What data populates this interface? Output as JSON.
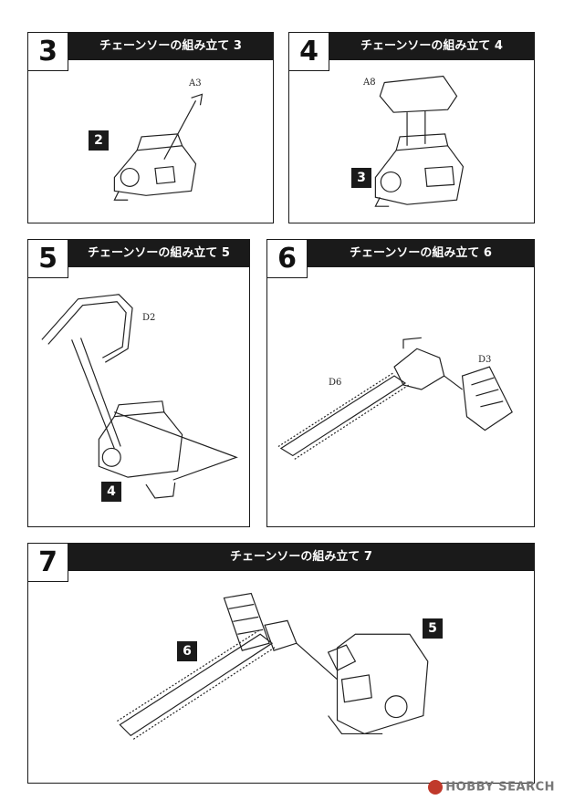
{
  "steps": [
    {
      "number": "3",
      "title": "チェーンソーの組み立て 3",
      "part_label": "A3",
      "ref": "2"
    },
    {
      "number": "4",
      "title": "チェーンソーの組み立て 4",
      "part_label": "A8",
      "ref": "3"
    },
    {
      "number": "5",
      "title": "チェーンソーの組み立て 5",
      "part_label": "D2",
      "ref": "4"
    },
    {
      "number": "6",
      "title": "チェーンソーの組み立て 6",
      "part_label_a": "D6",
      "part_label_b": "D3"
    },
    {
      "number": "7",
      "title": "チェーンソーの組み立て 7",
      "ref_a": "6",
      "ref_b": "5"
    }
  ],
  "watermark": {
    "text": "HOBBY SEARCH"
  }
}
